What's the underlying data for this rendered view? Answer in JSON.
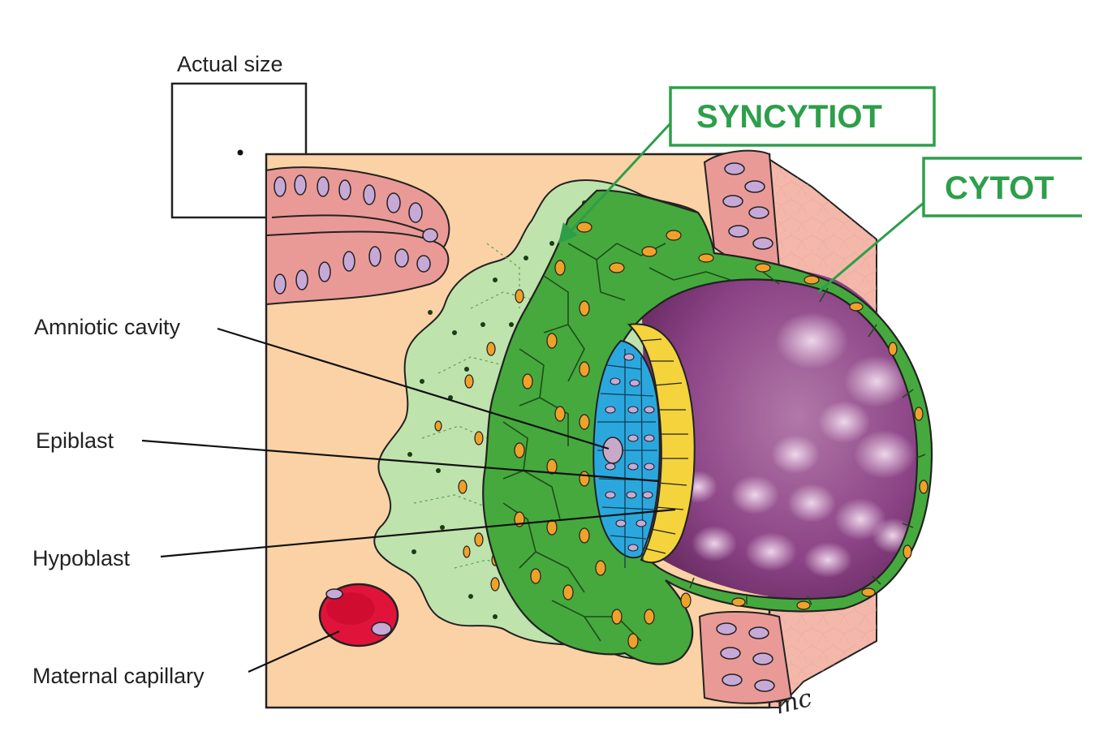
{
  "actual_size_label": "Actual size",
  "callouts": {
    "syncytiotrophoblast": "SYNCYTIOT",
    "cytotrophoblast": "CYTOT"
  },
  "labels": {
    "amniotic_cavity": "Amniotic cavity",
    "epiblast": "Epiblast",
    "hypoblast": "Hypoblast",
    "maternal_capillary": "Maternal capillary"
  },
  "signature": "mc",
  "colors": {
    "tissue_background": "#fbd2a5",
    "endometrial_gland": "#ea9a96",
    "gland_nucleus": "#c7a9d8",
    "syncytiotrophoblast": "#bfe3ad",
    "cytotrophoblast": "#46a93e",
    "trophoblast_nucleus": "#f0a12a",
    "epiblast": "#2aa8de",
    "hypoblast": "#f4d33d",
    "blastocyst_cavity": "#8a3f82",
    "maternal_blood": "#e0143a",
    "callout_green": "#2e9e4a"
  }
}
